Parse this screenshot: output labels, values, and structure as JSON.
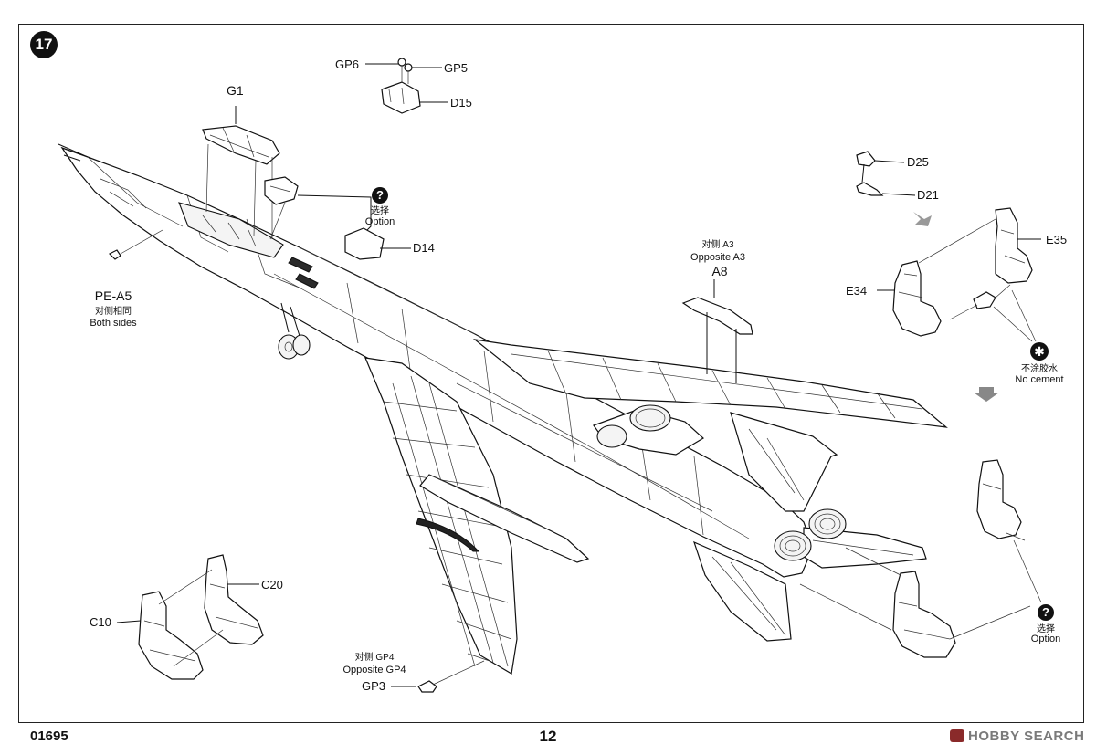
{
  "step_number": "17",
  "labels": {
    "G1": "G1",
    "GP6": "GP6",
    "GP5": "GP5",
    "D15": "D15",
    "D14": "D14",
    "D25": "D25",
    "D21": "D21",
    "E35": "E35",
    "E34": "E34",
    "A8": "A8",
    "PE_A5": "PE-A5",
    "C20": "C20",
    "C10": "C10",
    "GP3": "GP3"
  },
  "notes": {
    "option_cn": "选择",
    "option_en": "Option",
    "opposite_a3_cn": "对侧  A3",
    "opposite_a3_en": "Opposite A3",
    "both_sides_cn": "对侧相同",
    "both_sides_en": "Both sides",
    "no_cement_cn": "不涂胶水",
    "no_cement_en": "No cement",
    "opposite_gp4_cn": "对侧  GP4",
    "opposite_gp4_en": "Opposite GP4"
  },
  "icons": {
    "option_icon": "question-mark",
    "no_cement_icon": "no-cement-asterisk",
    "arrow_icon": "down-arrow"
  },
  "footer": {
    "kit_code": "01695",
    "page_number": "12",
    "watermark": "HOBBY SEARCH"
  }
}
